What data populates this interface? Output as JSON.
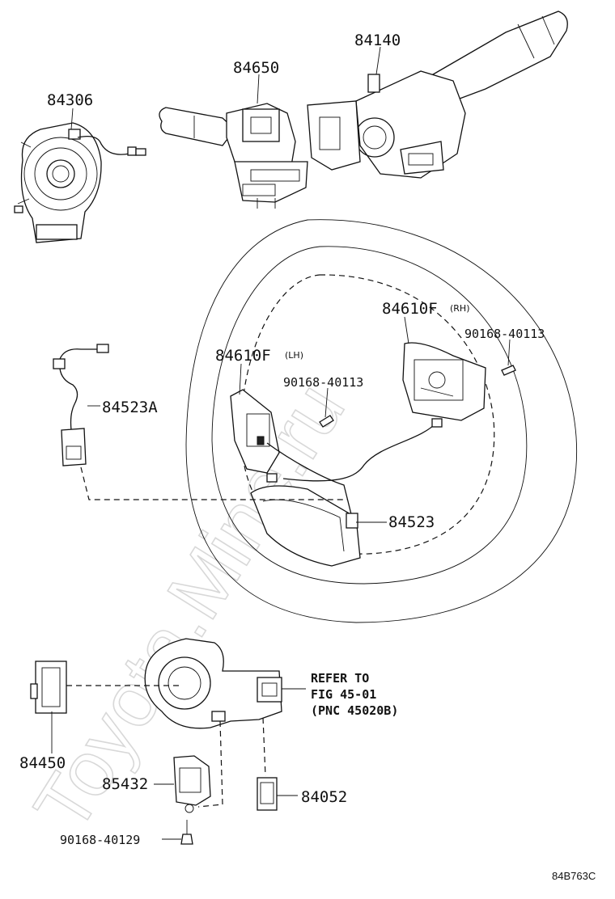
{
  "watermark": "Toyota.Mine.ru",
  "part_labels": {
    "p84306": "84306",
    "p84650": "84650",
    "p84140": "84140",
    "p84610F_rh": "84610F",
    "p84610F_rh_side": "(RH)",
    "p84610F_lh": "84610F",
    "p84610F_lh_side": "(LH)",
    "p90168_40113_right": "90168-40113",
    "p90168_40113_left": "90168-40113",
    "p84523A": "84523A",
    "p84523": "84523",
    "p84450": "84450",
    "p85432": "85432",
    "p84052": "84052",
    "p90168_40129": "90168-40129"
  },
  "reference": {
    "line1": "REFER TO",
    "line2": "FIG 45-01",
    "line3": "(PNC 45020B)"
  },
  "diagram_code": "84B763C"
}
